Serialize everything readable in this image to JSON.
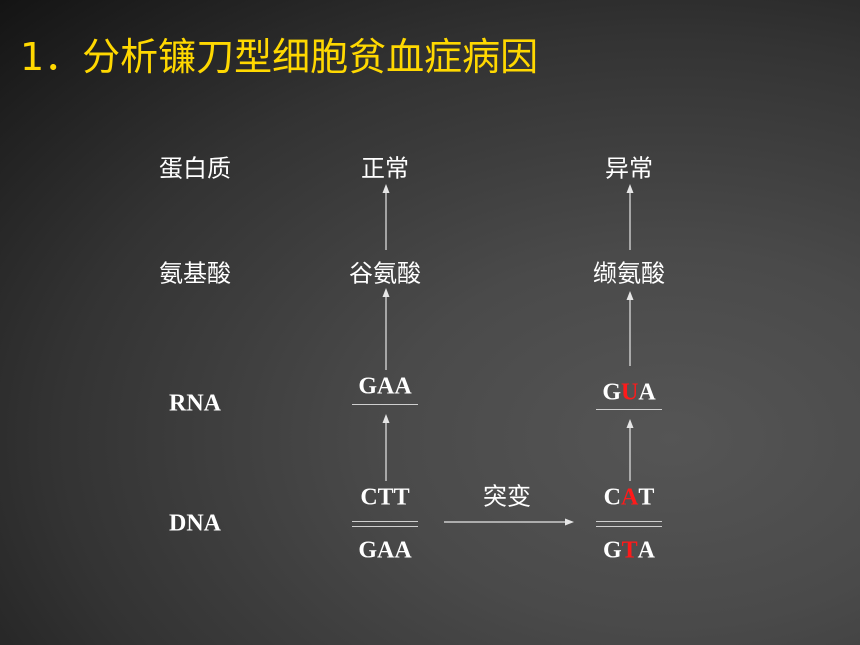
{
  "title": "1．分析镰刀型细胞贫血症病因",
  "row_labels": {
    "protein": "蛋白质",
    "amino_acid": "氨基酸",
    "rna": "RNA",
    "dna": "DNA"
  },
  "normal": {
    "protein": "正常",
    "amino_acid": "谷氨酸",
    "rna": "GAA",
    "dna_top": "CTT",
    "dna_bottom": "GAA"
  },
  "abnormal": {
    "protein": "异常",
    "amino_acid": "缬氨酸",
    "rna": [
      "G",
      "U",
      "A"
    ],
    "dna_top": [
      "C",
      "A",
      "T"
    ],
    "dna_bottom": [
      "G",
      "T",
      "A"
    ]
  },
  "mutation_label": "突变",
  "colors": {
    "title": "#ffd800",
    "text": "#ffffff",
    "mutated_base": "#ff1a1a"
  }
}
